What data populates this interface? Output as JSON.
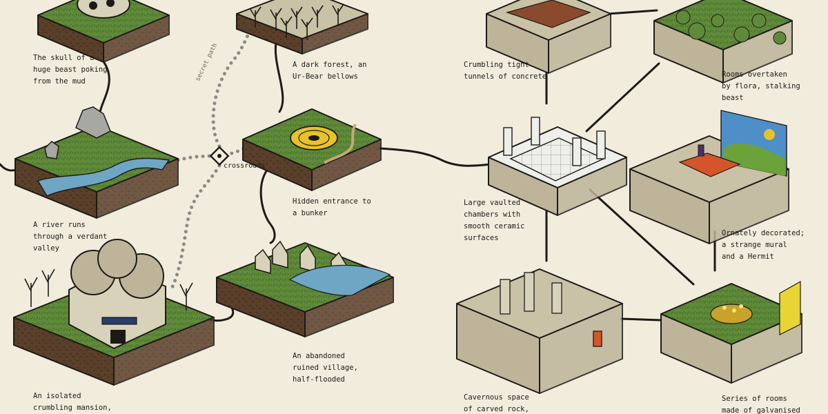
{
  "colors": {
    "background": "#f1ecdc",
    "ink": "#1c1a16",
    "grass": "#5f8a3a",
    "soil": "#5a3f2a",
    "water": "#6fa6c4",
    "concrete": "#c9c2a6",
    "tile": "#eeeeea"
  },
  "path_labels": {
    "crossroads": "crossroads",
    "secret_path": "secret path"
  },
  "locations": [
    {
      "id": "skull",
      "icon": "skull-tile-icon",
      "caption": "The skull of a\nhuge beast poking\nfrom the mud"
    },
    {
      "id": "river",
      "icon": "river-tile-icon",
      "caption": "A river runs\nthrough a verdant\nvalley"
    },
    {
      "id": "mansion",
      "icon": "mansion-tile-icon",
      "caption": "An isolated\ncrumbling mansion,"
    },
    {
      "id": "forest",
      "icon": "forest-tile-icon",
      "caption": "A dark forest, an\nUr-Bear bellows"
    },
    {
      "id": "bunker-entrance",
      "icon": "hatch-tile-icon",
      "caption": "Hidden entrance to\na bunker"
    },
    {
      "id": "village",
      "icon": "village-tile-icon",
      "caption": "An abandoned\nruined village,\nhalf-flooded"
    },
    {
      "id": "tunnels",
      "icon": "tunnel-room-icon",
      "caption": "Crumbling tight\ntunnels of concrete"
    },
    {
      "id": "vaults",
      "icon": "vault-room-icon",
      "caption": "Large vaulted\nchambers with\nsmooth ceramic\nsurfaces"
    },
    {
      "id": "cavern",
      "icon": "cavern-room-icon",
      "caption": "Cavernous space\nof carved rock,"
    },
    {
      "id": "flora",
      "icon": "flora-room-icon",
      "caption": "Rooms overtaken\nby flora, stalking\nbeast"
    },
    {
      "id": "mural",
      "icon": "mural-room-icon",
      "caption": "Ornately decorated;\na strange mural\nand a Hermit"
    },
    {
      "id": "galvanised",
      "icon": "treasure-room-icon",
      "caption": "Series of rooms\nmade of galvanised"
    }
  ]
}
